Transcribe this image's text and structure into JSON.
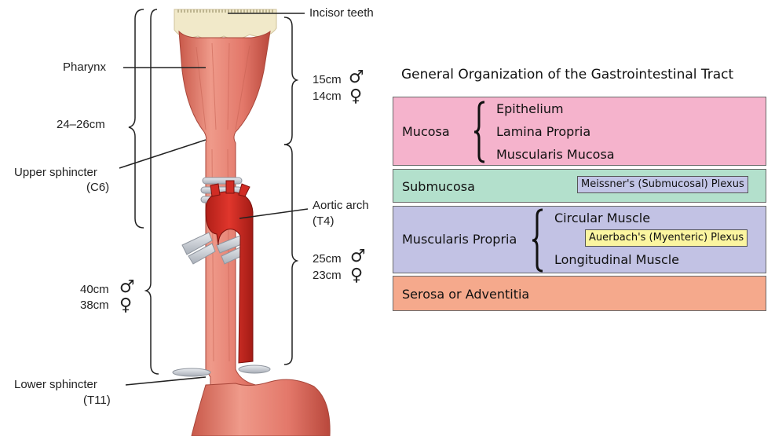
{
  "anatomy": {
    "incisor_label": "Incisor teeth",
    "pharynx_label": "Pharynx",
    "length_label": "24–26cm",
    "upper_sphincter_label": "Upper sphincter",
    "upper_sphincter_level": "(C6)",
    "aortic_arch_label": "Aortic arch",
    "aortic_arch_level": "(T4)",
    "lower_sphincter_label": "Lower sphincter",
    "lower_sphincter_level": "(T11)",
    "upper_male": "15cm",
    "upper_female": "14cm",
    "mid_male": "25cm",
    "mid_female": "23cm",
    "total_male": "40cm",
    "total_female": "38cm",
    "male_symbol": "♂",
    "female_symbol": "♀"
  },
  "organization": {
    "title": "General Organization of the Gastrointestinal Tract",
    "layers": [
      {
        "name": "Mucosa",
        "color": "#f5b3cc",
        "sublayers": [
          "Epithelium",
          "Lamina Propria",
          "Muscularis Mucosa"
        ]
      },
      {
        "name": "Submucosa",
        "color": "#b3e0cc",
        "plexus": "Meissner's (Submucosal) Plexus",
        "plexus_color": "#c2c5e6"
      },
      {
        "name": "Muscularis Propria",
        "color": "#c2c2e4",
        "sublayers": [
          "Circular Muscle",
          "Longitudinal Muscle"
        ],
        "plexus": "Auerbach's (Myenteric) Plexus",
        "plexus_color": "#fbf5a0"
      },
      {
        "name": "Serosa or Adventitia",
        "color": "#f5a98c"
      }
    ]
  }
}
